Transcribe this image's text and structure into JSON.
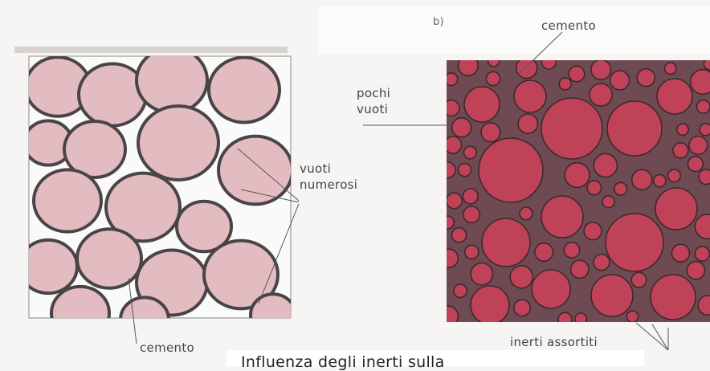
{
  "figure": {
    "panel_b_label": "b)",
    "labels": {
      "cemento_top": "cemento",
      "pochi_vuoti_line1": "pochi",
      "pochi_vuoti_line2": "vuoti",
      "vuoti_numerosi_line1": "vuoti",
      "vuoti_numerosi_line2": "numerosi",
      "cemento_bottom": "cemento",
      "inerti_assortiti": "inerti assortiti"
    },
    "caption": "Influenza degli inerti sulla",
    "colors": {
      "panel_a_aggregate": "#e2bcc0",
      "panel_a_cement": "#4a4446",
      "panel_b_aggregate": "#c04258",
      "panel_b_cement": "#3a2a2e",
      "paper": "#f6f5f3",
      "void": "#fbfafa"
    }
  }
}
